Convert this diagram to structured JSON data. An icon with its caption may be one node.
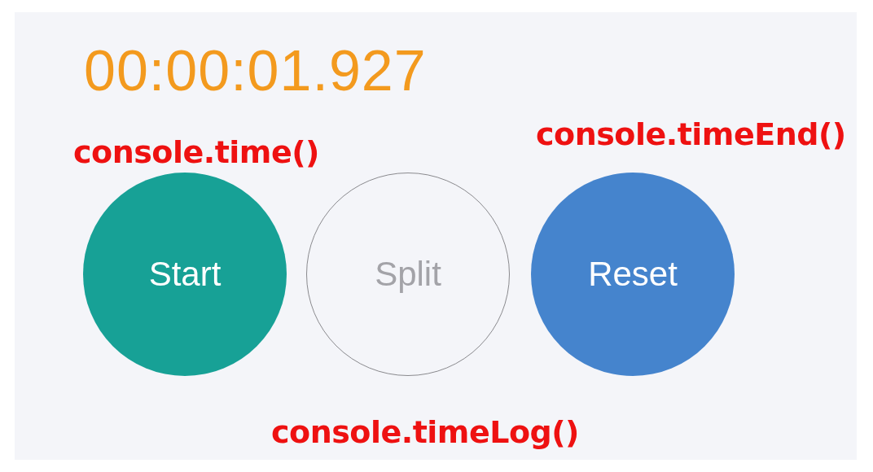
{
  "diagram": {
    "nodes": [
      {
        "text": [
          "Start"
        ],
        "beside": [
          "console.time()"
        ]
      },
      {
        "text": [
          "Split"
        ],
        "beside": [
          "console.timeLog()"
        ]
      },
      {
        "text": [
          "Reset"
        ],
        "beside": [
          "console.timeEnd()"
        ]
      }
    ],
    "labels": [
      "00:00:01.927"
    ]
  }
}
